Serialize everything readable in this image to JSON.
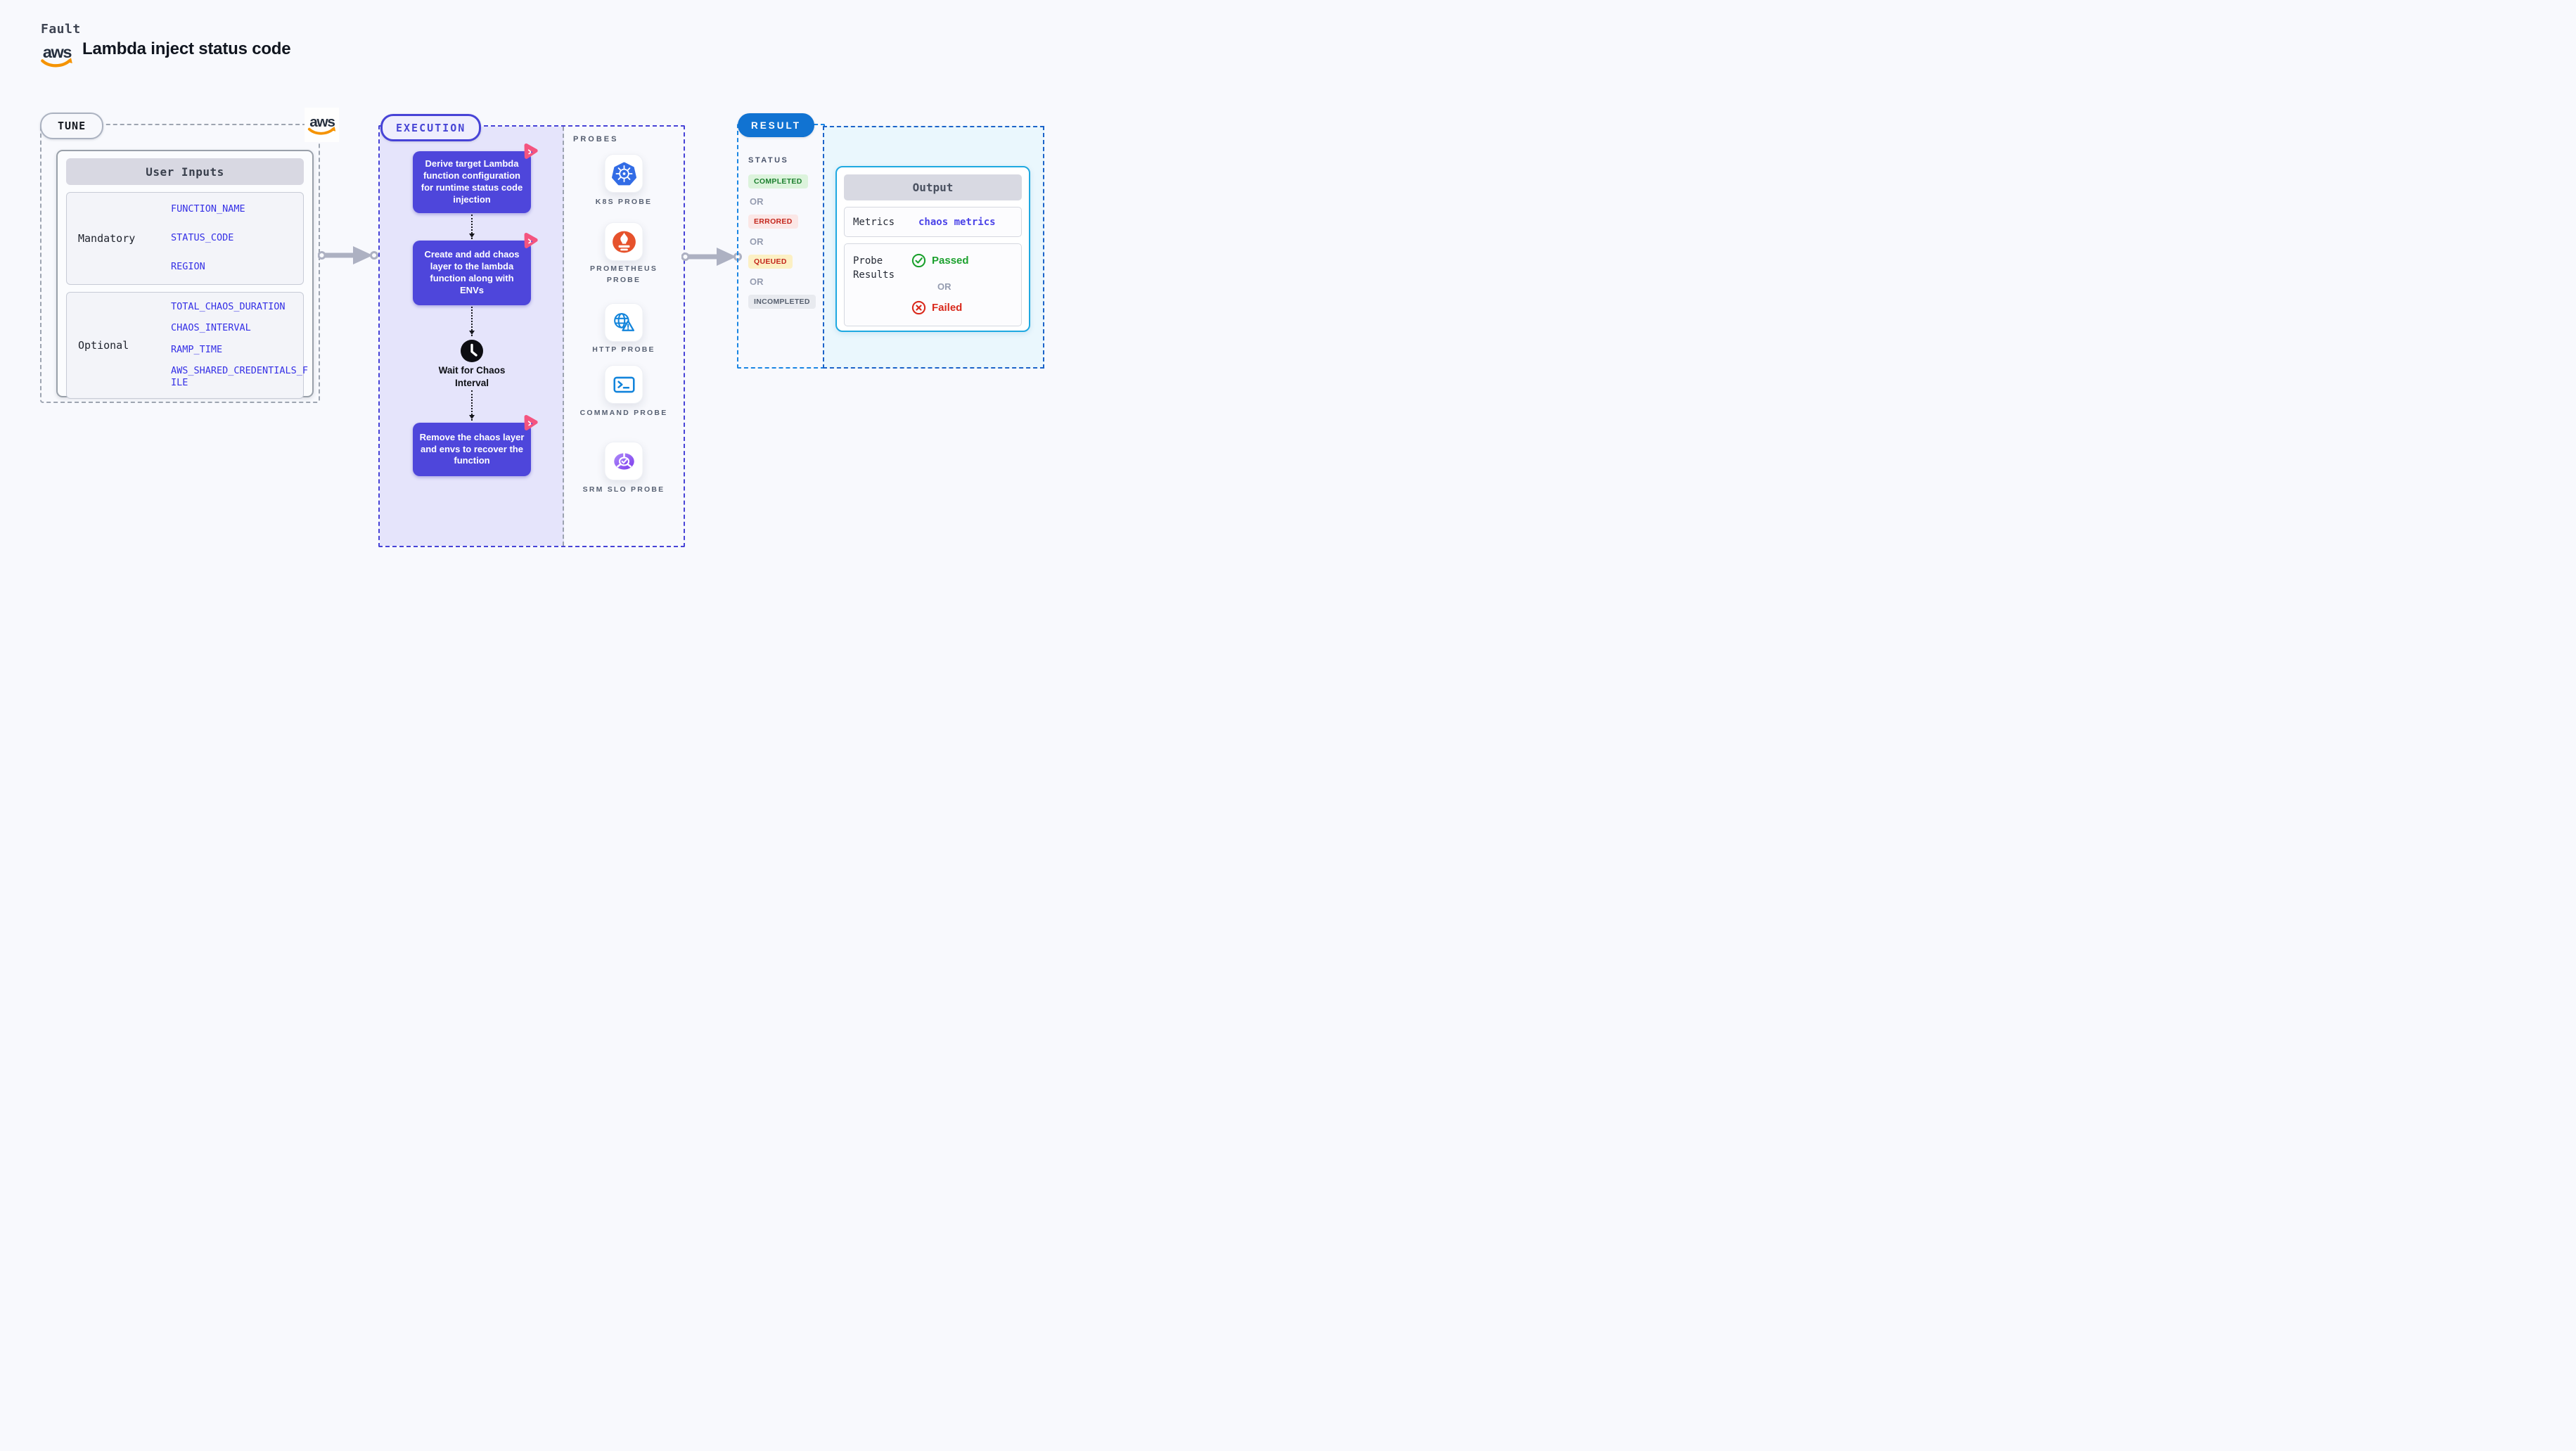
{
  "header": {
    "kicker": "Fault",
    "title": "Lambda inject status code",
    "aws_logo_label": "aws"
  },
  "tune": {
    "badge_label": "TUNE",
    "user_inputs": {
      "title": "User Inputs",
      "rows": [
        {
          "label": "Mandatory",
          "values": [
            "FUNCTION_NAME",
            "STATUS_CODE",
            "REGION"
          ]
        },
        {
          "label": "Optional",
          "values": [
            "TOTAL_CHAOS_DURATION",
            "CHAOS_INTERVAL",
            "RAMP_TIME",
            "AWS_SHARED_CREDENTIALS_FILE"
          ]
        }
      ]
    }
  },
  "execution": {
    "badge_label": "EXECUTION",
    "steps": [
      {
        "text": "Derive target Lambda function configuration for runtime status code injection"
      },
      {
        "text": "Create and add chaos layer to the lambda function along with ENVs"
      },
      {
        "text": "Remove the chaos layer and envs to recover the function"
      }
    ],
    "wait_step_label": "Wait for Chaos Interval"
  },
  "probes": {
    "title": "PROBES",
    "items": [
      {
        "label": "K8S PROBE",
        "icon": "kubernetes-icon"
      },
      {
        "label": "PROMETHEUS PROBE",
        "icon": "prometheus-icon"
      },
      {
        "label": "HTTP PROBE",
        "icon": "http-globe-warning-icon"
      },
      {
        "label": "COMMAND PROBE",
        "icon": "terminal-icon"
      },
      {
        "label": "SRM SLO PROBE",
        "icon": "srm-slo-icon"
      }
    ]
  },
  "result": {
    "badge_label": "RESULT",
    "status": {
      "title": "STATUS",
      "separator": "OR",
      "badges": [
        {
          "text": "COMPLETED",
          "fg": "#1B7F2E",
          "bg": "#DCF3DC"
        },
        {
          "text": "ERRORED",
          "fg": "#C3261C",
          "bg": "#FBE7E6"
        },
        {
          "text": "QUEUED",
          "fg": "#C3261C",
          "bg": "#FCF0C4"
        },
        {
          "text": "INCOMPLETED",
          "fg": "#57606F",
          "bg": "#E8EAEF"
        }
      ]
    },
    "output": {
      "title": "Output",
      "metrics_label": "Metrics",
      "metrics_value": "chaos metrics",
      "probe_results_label": "Probe Results",
      "passed_label": "Passed",
      "separator": "OR",
      "failed_label": "Failed",
      "passed_color": "#1CA12E",
      "failed_color": "#D9291C"
    }
  },
  "colors": {
    "page_background": "#F8F9FD",
    "env_value_blue": "#3530E6",
    "execution_accent": "#4743D7",
    "execution_fill": "#E5E4FB",
    "step_fill": "#4E46DB",
    "litmus_pink": "#F4547F",
    "kubernetes_blue": "#326CE5",
    "prometheus_orange": "#E6522C",
    "probe_icon_blue": "#1284DB",
    "srm_purple": "#7C3AEC",
    "result_pill_blue": "#1173D2",
    "status_border_blue": "#1A86E3",
    "output_panel_border": "#1C64C9",
    "output_card_border": "#1FA9E1",
    "aws_orange": "#F59300",
    "aws_navy": "#252F3E"
  }
}
